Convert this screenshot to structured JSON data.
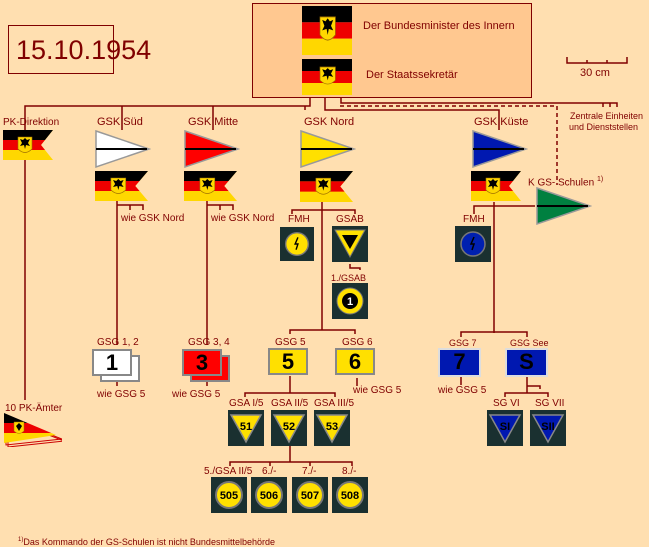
{
  "date": "15.10.1954",
  "ministry": {
    "minister": "Der Bundesminister des Innern",
    "secretary": "Der Staatssekretär"
  },
  "scale": {
    "label": "30 cm"
  },
  "central": {
    "label_line1": "Zentrale Einheiten",
    "label_line2": "und Dienststellen"
  },
  "pk": {
    "direktion": "PK-Direktion",
    "aemter": "10 PK-Ämter"
  },
  "commands": {
    "sued": {
      "label": "GSK Süd",
      "color": "#ffffff",
      "note": "wie GSK Nord"
    },
    "mitte": {
      "label": "GSK Mitte",
      "color": "#ff0000",
      "note": "wie GSK Nord"
    },
    "nord": {
      "label": "GSK Nord",
      "color": "#ffe000"
    },
    "kueste": {
      "label": "GSK Küste",
      "color": "#0018b0"
    },
    "schulen": {
      "label": "K GS- Schulen",
      "footnote_mark": "1)",
      "color": "#008040"
    }
  },
  "nord_units": {
    "fmh": "FMH",
    "gsab": "GSAB",
    "gsab1": "1./GSAB",
    "gsab1_num": "1",
    "gsg5": {
      "label": "GSG 5",
      "num": "5"
    },
    "gsg6": {
      "label": "GSG 6",
      "num": "6",
      "note": "wie GSG 5"
    },
    "gsa": [
      {
        "label": "GSA I/5",
        "num": "51"
      },
      {
        "label": "GSA II/5",
        "num": "52"
      },
      {
        "label": "GSA III/5",
        "num": "53"
      }
    ],
    "companies": [
      {
        "label": "5./GSA II/5",
        "num": "505"
      },
      {
        "label": "6./-",
        "num": "506"
      },
      {
        "label": "7./-",
        "num": "507"
      },
      {
        "label": "8./-",
        "num": "508"
      }
    ]
  },
  "sued_units": {
    "gsg": {
      "label": "GSG 1, 2",
      "num": "1",
      "note": "wie GSG 5"
    }
  },
  "mitte_units": {
    "gsg": {
      "label": "GSG 3, 4",
      "num": "3",
      "note": "wie GSG 5"
    }
  },
  "kueste_units": {
    "fmh": "FMH",
    "gsg7": {
      "label": "GSG 7",
      "num": "7",
      "note": "wie GSG 5"
    },
    "gsgsee": {
      "label": "GSG See",
      "num": "S"
    },
    "sg": [
      {
        "label": "SG VI",
        "num": "SI"
      },
      {
        "label": "SG VII",
        "num": "SII"
      }
    ]
  },
  "footnote": {
    "mark": "1)",
    "text": "Das Kommando der GS-Schulen ist nicht Bundesmittelbehörde"
  }
}
